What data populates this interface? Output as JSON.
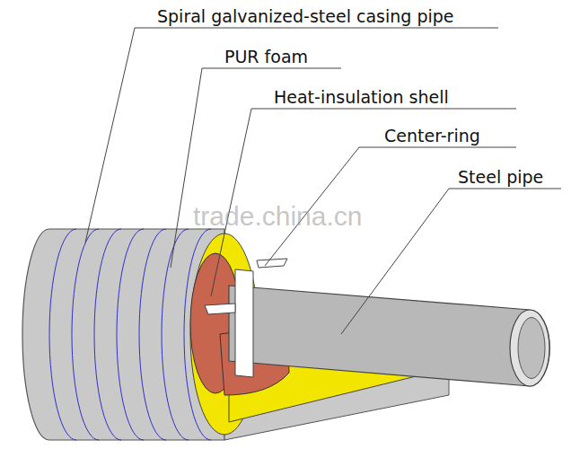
{
  "diagram": {
    "labels": [
      "Spiral galvanized-steel casing pipe",
      "PUR foam",
      "Heat-insulation shell",
      "Center-ring",
      "Steel pipe",
      "trade.china.cn"
    ]
  }
}
